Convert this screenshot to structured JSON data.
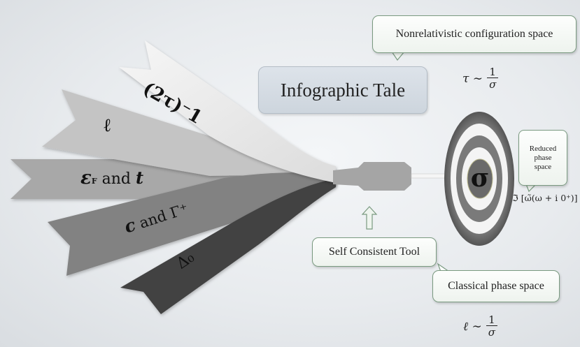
{
  "title": "Infographic Tale",
  "tool_label": "Self Consistent Tool",
  "nonrel_label": "Nonrelativistic configuration space",
  "classical_label": "Classical phase space",
  "reduced_label_lines": [
    "Reduced",
    "phase",
    "space"
  ],
  "target_label": "σ",
  "formula_tau": {
    "lhs": "τ ∼",
    "num": "1",
    "den": "σ"
  },
  "formula_ell": {
    "lhs": "ℓ ∼",
    "num": "1",
    "den": "σ"
  },
  "formula_im": "ℑ [ω̃(ω + i 0⁺)]",
  "ribbons": {
    "tau": "(2τ)⁻1",
    "ell": "ℓ",
    "eps": {
      "main": "ε",
      "sub": "F",
      "and": " and ",
      "t": "t"
    },
    "c": {
      "main": "c",
      "rest": " and Γ⁺"
    },
    "delta": "Δ₀"
  },
  "colors": {
    "ribbon_tau": "#ececec",
    "ribbon_ell": "#c6c6c6",
    "ribbon_eps": "#a9a9a9",
    "ribbon_c": "#838383",
    "ribbon_delta": "#444444",
    "callout_border": "#7a9a80",
    "target_dark": "#6e6e6e",
    "target_light": "#f2f2f2"
  }
}
